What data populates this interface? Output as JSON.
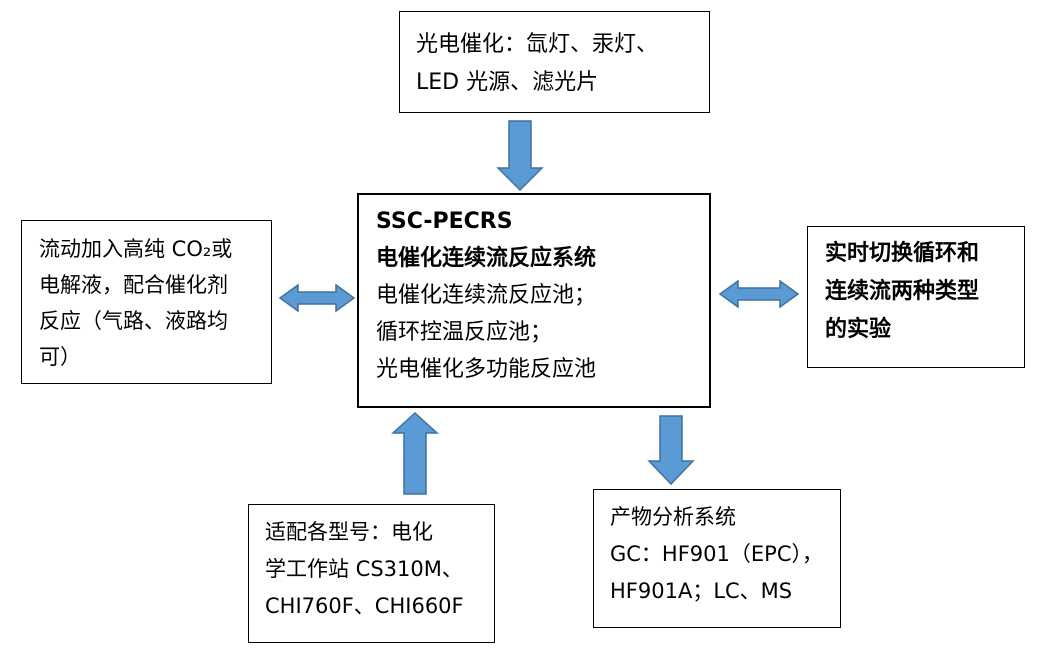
{
  "diagram": {
    "top_box": {
      "lines": [
        "光电催化：氙灯、汞灯、",
        "LED 光源、滤光片"
      ]
    },
    "center_box": {
      "lines": [
        "SSC-PECRS",
        "电催化连续流反应系统",
        "电催化连续流反应池；",
        "循环控温反应池；",
        "光电催化多功能反应池"
      ]
    },
    "left_box": {
      "lines": [
        "流动加入高纯 CO₂或",
        "电解液，配合催化剂",
        "反应（气路、液路均",
        "可）"
      ]
    },
    "right_box": {
      "lines": [
        "实时切换循环和",
        "连续流两种类型",
        "的实验"
      ]
    },
    "bottom_left_box": {
      "lines": [
        "适配各型号：电化",
        "学工作站 CS310M、",
        "CHI760F、CHI660F"
      ]
    },
    "bottom_right_box": {
      "lines": [
        "产物分析系统",
        "GC：HF901（EPC），",
        "HF901A；LC、MS"
      ]
    },
    "colors": {
      "arrow_fill": "#5b9bd5",
      "arrow_stroke": "#41719c",
      "border": "#000000"
    }
  }
}
